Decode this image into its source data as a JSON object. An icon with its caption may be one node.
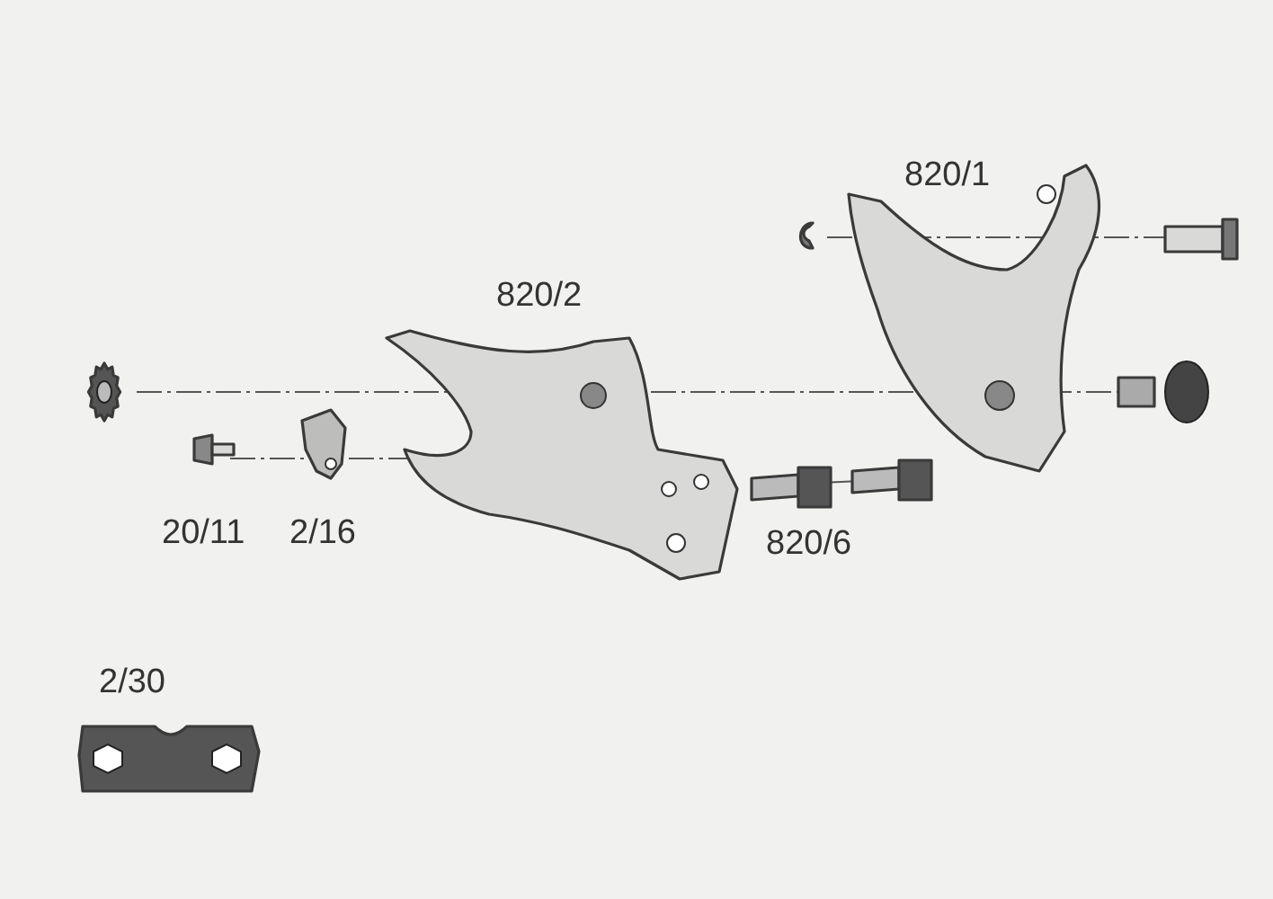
{
  "diagram": {
    "labels": [
      "820/1",
      "820/2",
      "20/11",
      "2/16",
      "820/6",
      "2/30"
    ]
  }
}
